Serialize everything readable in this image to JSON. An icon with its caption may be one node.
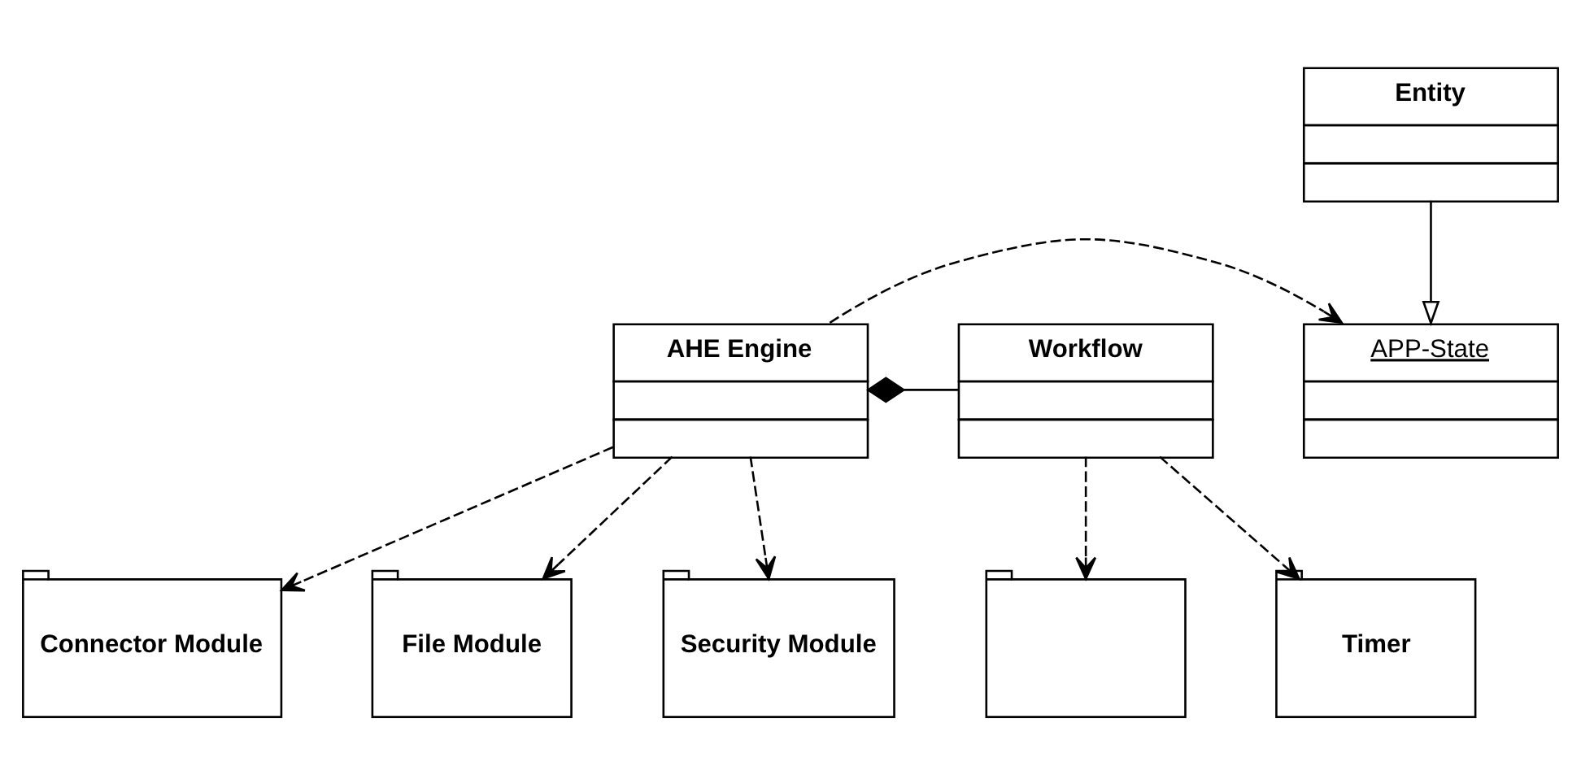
{
  "diagram": {
    "nodes": [
      {
        "text": [],
        "shape": "folder"
      },
      {
        "text": [
          "APP-State"
        ]
      },
      {
        "text": [
          "AHE Engine"
        ]
      },
      {
        "text": [
          "Workflow"
        ]
      },
      {
        "text": [
          "Timer"
        ]
      },
      {
        "text": [
          "Entity"
        ]
      },
      {
        "text": [
          "Connector Module"
        ]
      },
      {
        "text": [
          "File Module"
        ]
      },
      {
        "text": [
          "Security Module"
        ]
      }
    ],
    "edges": [
      {
        "from": 2,
        "to": 1,
        "arrow": "to",
        "style": "dashed"
      },
      {
        "from": 2,
        "to": 3,
        "arrow": "other"
      },
      {
        "from": 5,
        "to": 1,
        "arrow": "to"
      },
      {
        "from": 3,
        "to": 0,
        "arrow": "to",
        "style": "dashed"
      },
      {
        "from": 3,
        "to": 4,
        "arrow": "to",
        "style": "dashed"
      },
      {
        "from": 2,
        "to": 6,
        "arrow": "to",
        "style": "dashed"
      },
      {
        "from": 2,
        "to": 7,
        "arrow": "to",
        "style": "dashed"
      },
      {
        "from": 2,
        "to": 8,
        "arrow": "to",
        "style": "dashed"
      }
    ]
  }
}
